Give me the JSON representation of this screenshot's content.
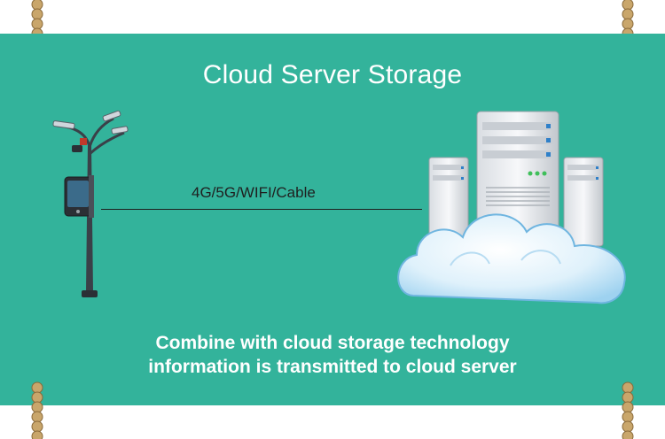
{
  "title": "Cloud Server Storage",
  "connection_label": "4G/5G/WIFI/Cable",
  "caption": {
    "line1": "Combine with cloud storage technology",
    "line2": "information is transmitted to cloud server"
  },
  "colors": {
    "band": "#33b39b",
    "text": "#ffffff",
    "line": "#1f1f1f"
  },
  "icons": [
    "rope-icon",
    "street-pole-icon",
    "server-rack-icon",
    "cloud-icon"
  ]
}
